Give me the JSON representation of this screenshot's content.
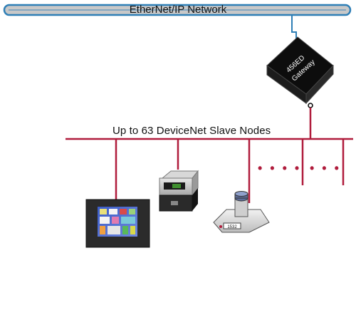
{
  "ethernet_network": {
    "label": "EtherNet/IP Network",
    "cable_color": "#2f7fb6",
    "fill_color": "#c8c8c8"
  },
  "gateway": {
    "label_line1": "456ED",
    "label_line2": "Gateway",
    "body_color": "#111111"
  },
  "devicenet_bus": {
    "label": "Up to 63 DeviceNet Slave Nodes",
    "color": "#b01c3c"
  },
  "continuation_dots": [
    "• • • •",
    "• • •"
  ],
  "devices": {
    "hmi_panel": {
      "name": "operator-panel"
    },
    "barcode_scanner": {
      "name": "scanner"
    },
    "tower_sensor": {
      "label": "1532"
    }
  }
}
